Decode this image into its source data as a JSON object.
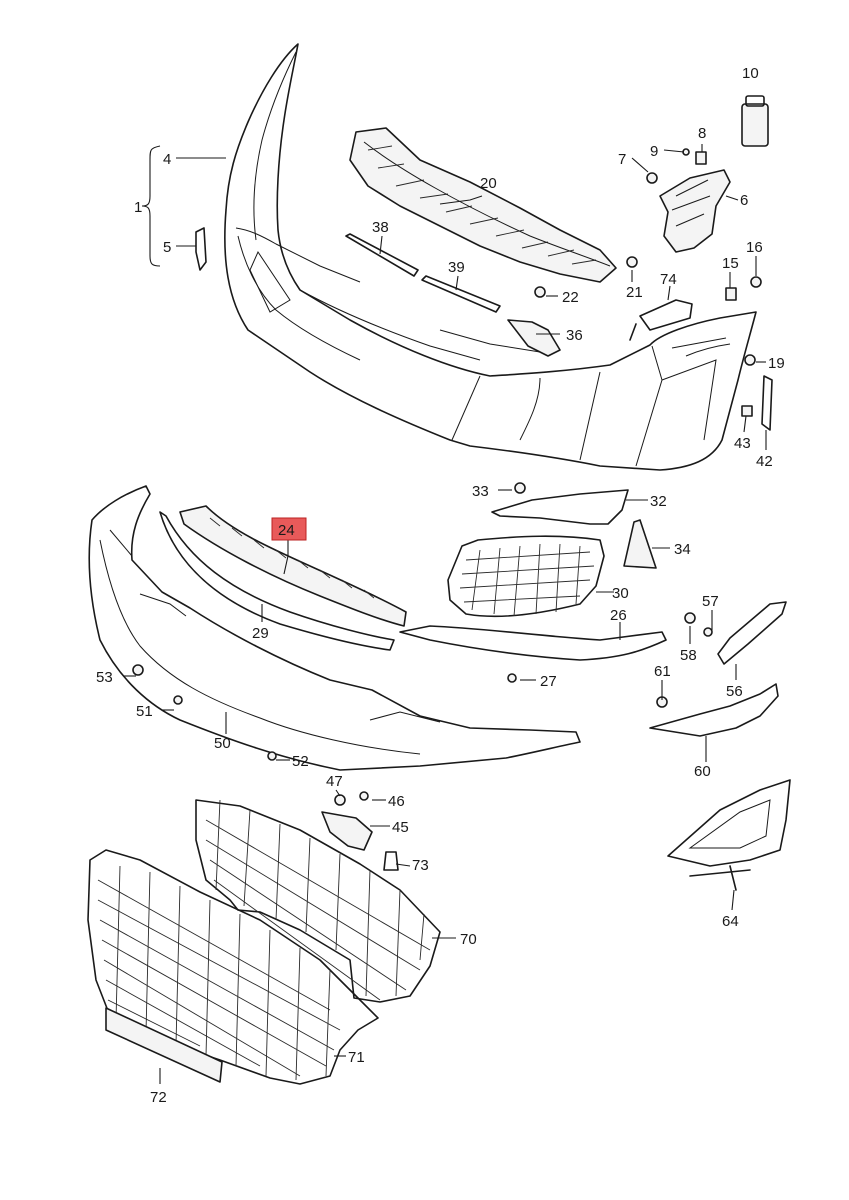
{
  "diagram": {
    "highlight_color": "#e85a5a",
    "line_color": "#1a1a1a",
    "highlighted_part": "24",
    "callouts": [
      "1",
      "4",
      "5",
      "6",
      "7",
      "8",
      "9",
      "10",
      "15",
      "16",
      "19",
      "20",
      "21",
      "22",
      "24",
      "26",
      "27",
      "29",
      "30",
      "32",
      "33",
      "34",
      "36",
      "38",
      "39",
      "42",
      "43",
      "45",
      "46",
      "47",
      "50",
      "51",
      "52",
      "53",
      "56",
      "57",
      "58",
      "60",
      "61",
      "64",
      "70",
      "71",
      "72",
      "73",
      "74"
    ]
  }
}
